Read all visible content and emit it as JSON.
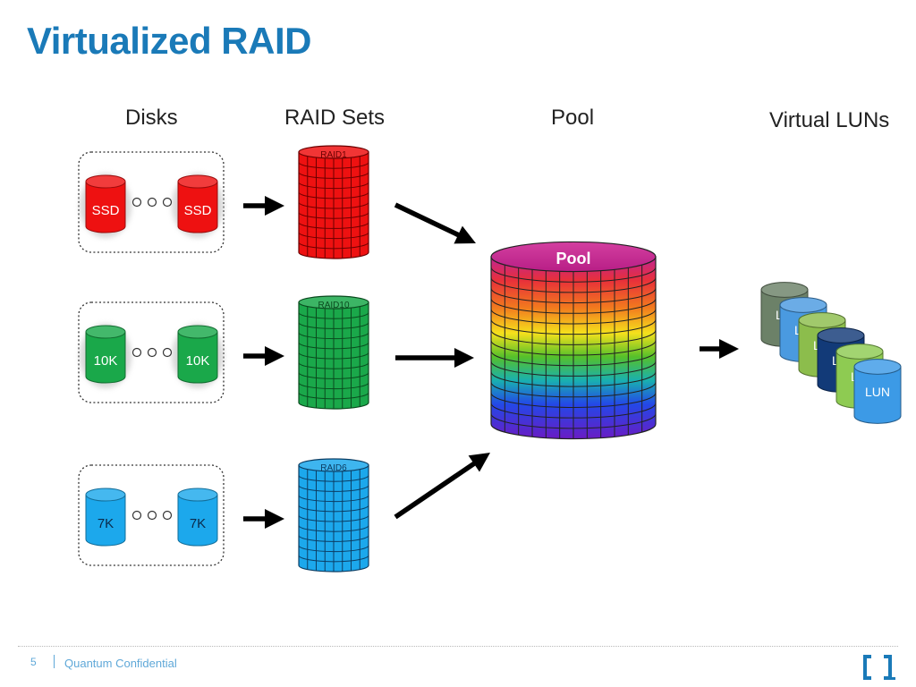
{
  "title": "Virtualized RAID",
  "columns": {
    "disks": "Disks",
    "raid_sets": "RAID Sets",
    "pool": "Pool",
    "virtual_luns": "Virtual LUNs"
  },
  "tiers": [
    {
      "disk_label": "SSD",
      "raid_label": "RAID1",
      "color": "#ee1111",
      "grid_color": "#6b0000",
      "glow": true
    },
    {
      "disk_label": "10K",
      "raid_label": "RAID10",
      "color": "#1aa84a",
      "grid_color": "#0a4a1e",
      "glow": true
    },
    {
      "disk_label": "7K",
      "raid_label": "RAID6",
      "color": "#1ca8ec",
      "grid_color": "#0c3d63",
      "glow": false
    }
  ],
  "pool_label": "Pool",
  "luns": [
    {
      "label": "L",
      "color": "#6c8168"
    },
    {
      "label": "L",
      "color": "#4a9ae0"
    },
    {
      "label": "L",
      "color": "#8cbd4c"
    },
    {
      "label": "L",
      "color": "#123a78"
    },
    {
      "label": "L",
      "color": "#8ecb52"
    },
    {
      "label": "LUN",
      "color": "#3c9ae6"
    }
  ],
  "footer": {
    "page": "5",
    "text": "Quantum Confidential"
  },
  "colors": {
    "title": "#1a7ab8",
    "footer": "#5fa8d8"
  }
}
